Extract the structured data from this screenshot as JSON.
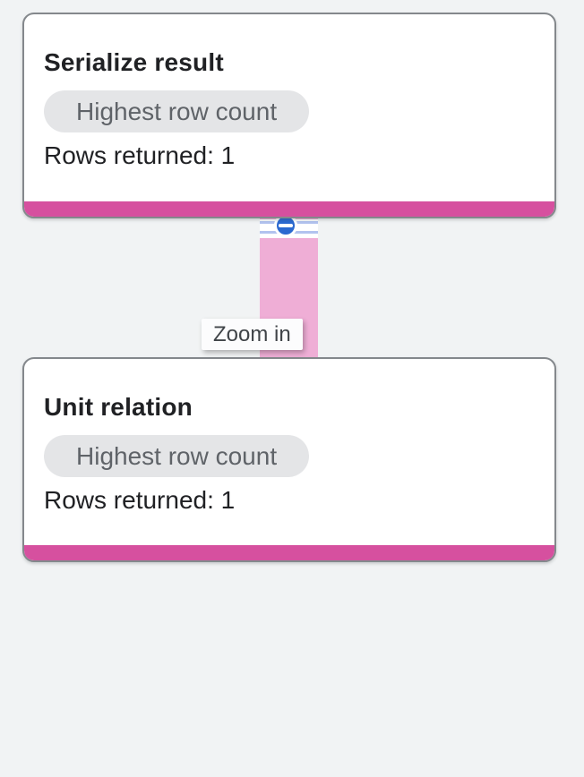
{
  "plan": {
    "nodes": [
      {
        "title": "Serialize result",
        "badge": "Highest row count",
        "rows_stat": "Rows returned: 1"
      },
      {
        "title": "Unit relation",
        "badge": "Highest row count",
        "rows_stat": "Rows returned: 1"
      }
    ],
    "edge": {
      "tooltip": "Zoom in",
      "collapse_icon": "minus-circle-icon"
    },
    "colors": {
      "page_background": "#f1f3f4",
      "card_background": "#ffffff",
      "card_border": "#84888c",
      "accent_bar_pink": "#d6509f",
      "edge_band_pink": "#efaed6",
      "collapse_circle_blue": "#2b69d0",
      "collapse_stripe_blue": "#b2c3ef",
      "badge_background": "#e4e5e7",
      "badge_text": "#5f6368",
      "title_text": "#202124",
      "tooltip_background": "#fcfcfd",
      "tooltip_text": "#404448"
    }
  }
}
